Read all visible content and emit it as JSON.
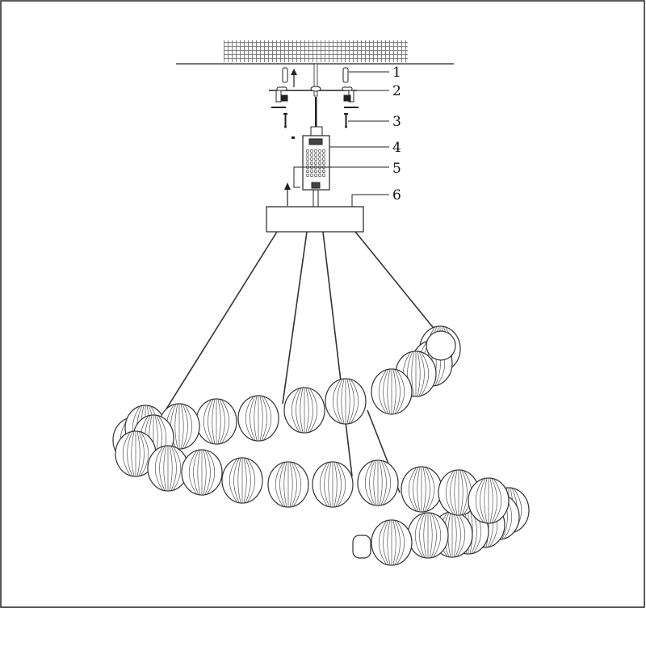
{
  "diagram": {
    "callouts": [
      {
        "label": "1"
      },
      {
        "label": "2"
      },
      {
        "label": "3"
      },
      {
        "label": "4"
      },
      {
        "label": "5"
      },
      {
        "label": "6"
      }
    ],
    "colors": {
      "line": "#222222",
      "background": "#ffffff"
    }
  }
}
